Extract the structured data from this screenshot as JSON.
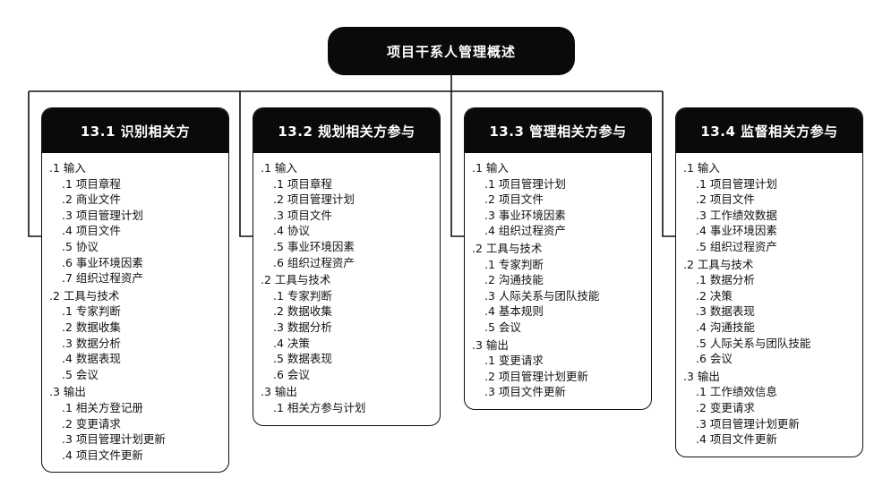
{
  "root": {
    "title": "项目干系人管理概述"
  },
  "processes": [
    {
      "title": "13.1 识别相关方",
      "groups": [
        {
          "title": ".1 输入",
          "items": [
            ".1 项目章程",
            ".2 商业文件",
            ".3 项目管理计划",
            ".4 项目文件",
            ".5 协议",
            ".6 事业环境因素",
            ".7 组织过程资产"
          ]
        },
        {
          "title": ".2 工具与技术",
          "items": [
            ".1 专家判断",
            ".2 数据收集",
            ".3 数据分析",
            ".4 数据表现",
            ".5 会议"
          ]
        },
        {
          "title": ".3 输出",
          "items": [
            ".1 相关方登记册",
            ".2 变更请求",
            ".3 项目管理计划更新",
            ".4 项目文件更新"
          ]
        }
      ]
    },
    {
      "title": "13.2 规划相关方参与",
      "groups": [
        {
          "title": ".1 输入",
          "items": [
            ".1 项目章程",
            ".2 项目管理计划",
            ".3 项目文件",
            ".4 协议",
            ".5 事业环境因素",
            ".6 组织过程资产"
          ]
        },
        {
          "title": ".2 工具与技术",
          "items": [
            ".1 专家判断",
            ".2 数据收集",
            ".3 数据分析",
            ".4 决策",
            ".5 数据表现",
            ".6 会议"
          ]
        },
        {
          "title": ".3 输出",
          "items": [
            ".1 相关方参与计划"
          ]
        }
      ]
    },
    {
      "title": "13.3 管理相关方参与",
      "groups": [
        {
          "title": ".1 输入",
          "items": [
            ".1 项目管理计划",
            ".2 项目文件",
            ".3 事业环境因素",
            ".4 组织过程资产"
          ]
        },
        {
          "title": ".2 工具与技术",
          "items": [
            ".1 专家判断",
            ".2 沟通技能",
            ".3 人际关系与团队技能",
            ".4 基本规则",
            ".5 会议"
          ]
        },
        {
          "title": ".3 输出",
          "items": [
            ".1 变更请求",
            ".2 项目管理计划更新",
            ".3 项目文件更新"
          ]
        }
      ]
    },
    {
      "title": "13.4 监督相关方参与",
      "groups": [
        {
          "title": ".1 输入",
          "items": [
            ".1 项目管理计划",
            ".2 项目文件",
            ".3 工作绩效数据",
            ".4 事业环境因素",
            ".5 组织过程资产"
          ]
        },
        {
          "title": ".2 工具与技术",
          "items": [
            ".1 数据分析",
            ".2 决策",
            ".3 数据表现",
            ".4 沟通技能",
            ".5 人际关系与团队技能",
            ".6 会议"
          ]
        },
        {
          "title": ".3 输出",
          "items": [
            ".1 工作绩效信息",
            ".2 变更请求",
            ".3 项目管理计划更新",
            ".4 项目文件更新"
          ]
        }
      ]
    }
  ]
}
